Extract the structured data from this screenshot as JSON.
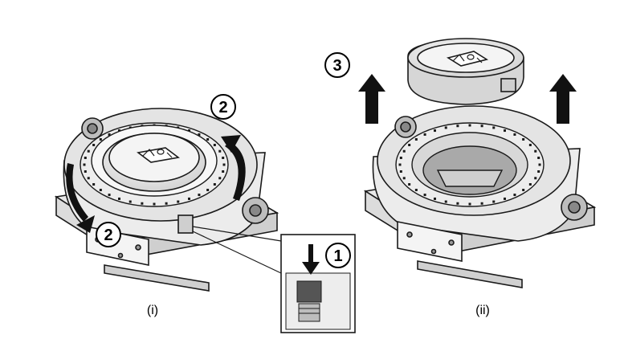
{
  "figure": {
    "panel_left": {
      "caption": "(i)",
      "steps": [
        "1",
        "2",
        "2"
      ]
    },
    "panel_right": {
      "caption": "(ii)",
      "steps": [
        "3"
      ]
    }
  },
  "colors": {
    "line": "#1a1a1a",
    "arrow_fill": "#111111",
    "body_light": "#f2f2f2",
    "body_mid": "#d9d9d9",
    "body_dark": "#8a8a8a",
    "background": "#ffffff"
  }
}
